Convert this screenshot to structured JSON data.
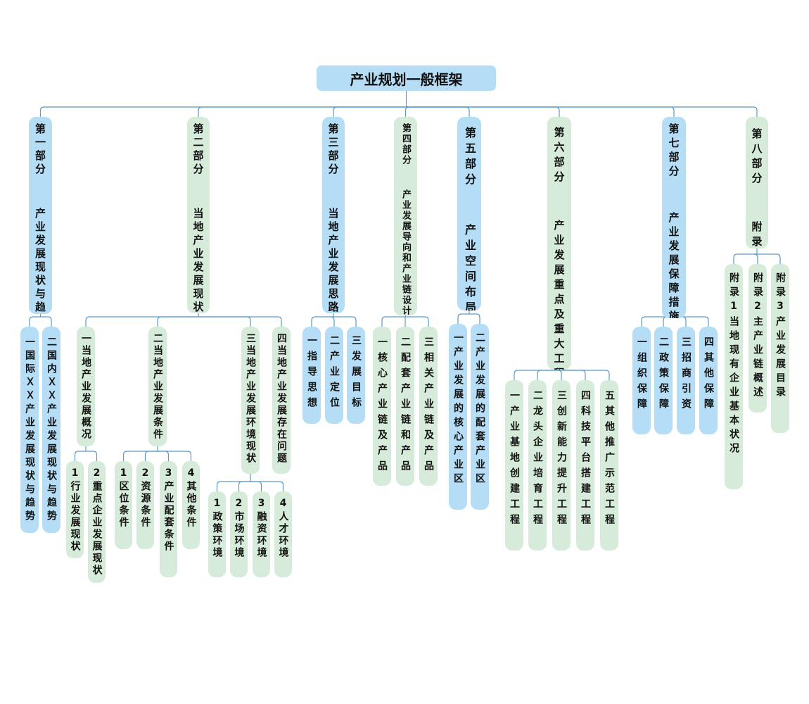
{
  "root": {
    "title": "产业规划一般框架"
  },
  "colors": {
    "blue_node": "#b5def6",
    "green_node": "#d6ebd9",
    "connector": "#5b9bc9"
  },
  "parts": [
    {
      "label": "第一部分  产业发展现状与趋势",
      "children": [
        {
          "label": "一国际ＸＸ产业发展现状与趋势"
        },
        {
          "label": "二国内ＸＸ产业发展现状与趋势"
        }
      ]
    },
    {
      "label": "第二部分  当地产业发展现状与基础",
      "children": [
        {
          "label": "一当地产业发展概况",
          "children": [
            {
              "label": "1行业发展现状"
            },
            {
              "label": "2重点企业发展现状"
            }
          ]
        },
        {
          "label": "二当地产业发展条件",
          "children": [
            {
              "label": "1区位条件"
            },
            {
              "label": "2资源条件"
            },
            {
              "label": "3产业配套条件"
            },
            {
              "label": "4其他条件"
            }
          ]
        },
        {
          "label": "三当地产业发展环境现状",
          "children": [
            {
              "label": "1政策环境"
            },
            {
              "label": "2市场环境"
            },
            {
              "label": "3融资环境"
            },
            {
              "label": "4人才环境"
            }
          ]
        },
        {
          "label": "四当地产业发展存在问题"
        }
      ]
    },
    {
      "label": "第三部分  当地产业发展思路和目标",
      "children": [
        {
          "label": "一指导思想"
        },
        {
          "label": "二产业定位"
        },
        {
          "label": "三发展目标"
        }
      ]
    },
    {
      "label": "第四部分  产业发展导向和产业链设计",
      "children": [
        {
          "label": "一核心产业链及产品"
        },
        {
          "label": "二配套产业链和产品"
        },
        {
          "label": "三相关产业链及产品"
        }
      ]
    },
    {
      "label": "第五部分  产业空间布局",
      "children": [
        {
          "label": "一产业发展的核心产业区"
        },
        {
          "label": "二产业发展的配套产业区"
        }
      ]
    },
    {
      "label": "第六部分  产业发展重点及重大工程",
      "children": [
        {
          "label": "一产业基地创建工程"
        },
        {
          "label": "二龙头企业培育工程"
        },
        {
          "label": "三创新能力提升工程"
        },
        {
          "label": "四科技平台搭建工程"
        },
        {
          "label": "五其他推广示范工程"
        }
      ]
    },
    {
      "label": "第七部分  产业发展保障措施",
      "children": [
        {
          "label": "一组织保障"
        },
        {
          "label": "二政策保障"
        },
        {
          "label": "三招商引资"
        },
        {
          "label": "四其他保障"
        }
      ]
    },
    {
      "label": "第八部分  附录",
      "children": [
        {
          "label": "附录1当地现有企业基本状况"
        },
        {
          "label": "附录2主产业链概述"
        },
        {
          "label": "附录3产业发展目录"
        }
      ]
    }
  ]
}
